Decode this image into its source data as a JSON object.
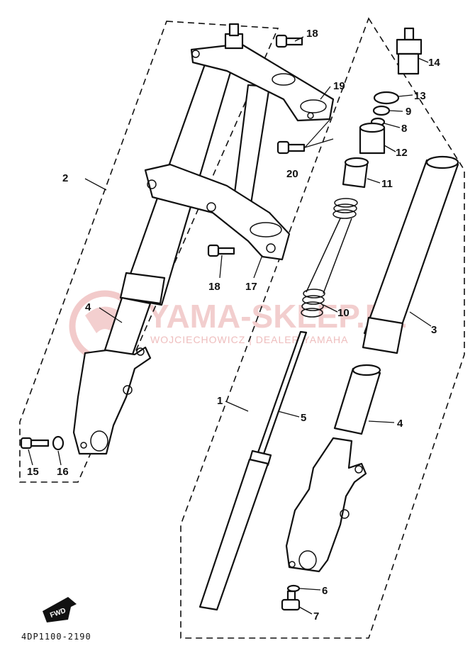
{
  "watermark": {
    "title": "YAMA-SKLEP.PL",
    "subtitle": "WOJCIECHOWICZ | DEALER YAMAHA"
  },
  "callouts": {
    "c1": "1",
    "c2": "2",
    "c3": "3",
    "c4a": "4",
    "c4b": "4",
    "c5": "5",
    "c6": "6",
    "c7": "7",
    "c8": "8",
    "c9": "9",
    "c10": "10",
    "c11": "11",
    "c12": "12",
    "c13": "13",
    "c14": "14",
    "c15": "15",
    "c16": "16",
    "c17": "17",
    "c18a": "18",
    "c18b": "18",
    "c19": "19",
    "c20": "20"
  },
  "fwd_label": "FWD",
  "drawing_code": "4DP1100-2190",
  "colors": {
    "ink": "#111111",
    "watermark": "#e9a7a7"
  }
}
